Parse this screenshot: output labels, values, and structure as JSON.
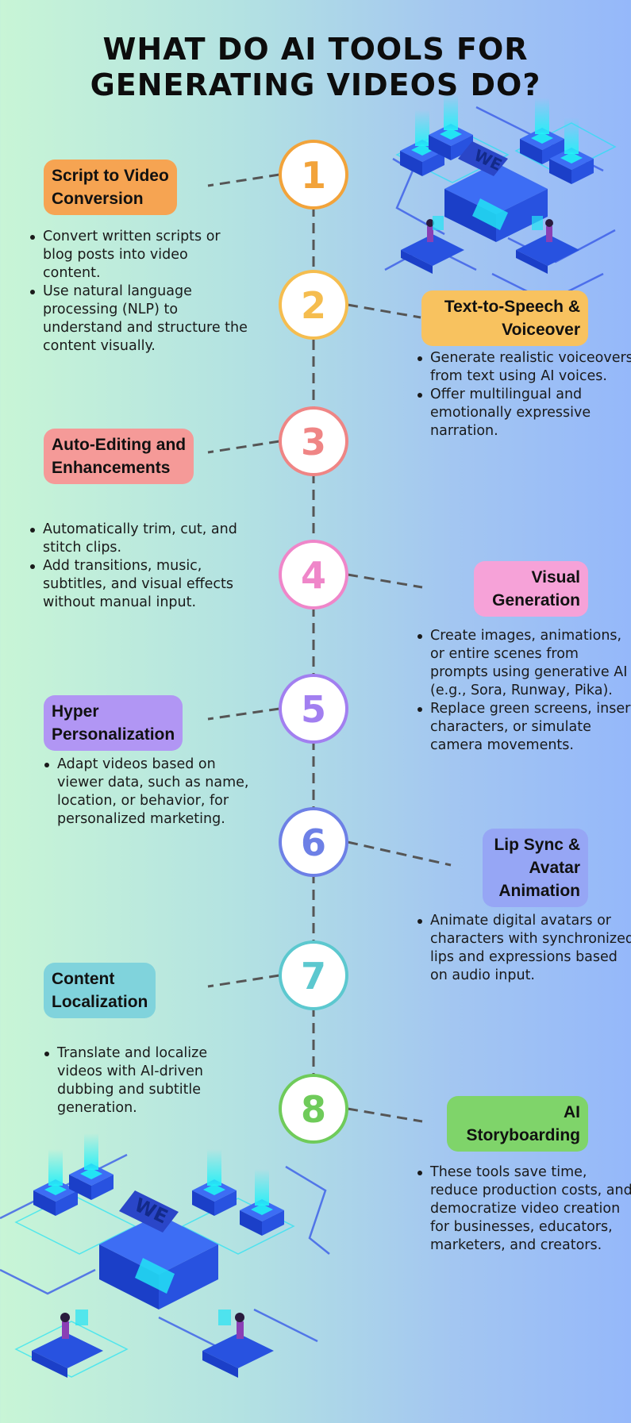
{
  "title": {
    "line1": "WHAT DO AI TOOLS FOR",
    "line2": "GENERATING VIDEOS DO?"
  },
  "logo_text": "WE",
  "steps": [
    {
      "number": "1",
      "color": "#f2a33a",
      "tag_color": "#f6a452",
      "label_lines": [
        "Script to Video",
        "Conversion"
      ],
      "bullets": [
        "Convert written scripts or blog posts into video content.",
        "Use natural language processing (NLP) to understand and structure the content visually."
      ]
    },
    {
      "number": "2",
      "color": "#f5bd4f",
      "tag_color": "#f8c25f",
      "label_lines": [
        "Text-to-Speech &",
        "Voiceover"
      ],
      "bullets": [
        "Generate realistic voiceovers from text using AI voices.",
        "Offer multilingual and emotionally expressive narration."
      ]
    },
    {
      "number": "3",
      "color": "#ef8585",
      "tag_color": "#f59a98",
      "label_lines": [
        "Auto-Editing and",
        "Enhancements"
      ],
      "bullets": [
        "Automatically trim, cut, and stitch clips.",
        "Add transitions, music, subtitles, and visual effects without manual input."
      ]
    },
    {
      "number": "4",
      "color": "#ef86c9",
      "tag_color": "#f6a2d8",
      "label_lines": [
        "Visual",
        "Generation"
      ],
      "bullets": [
        "Create images, animations, or entire scenes from prompts using generative AI (e.g., Sora, Runway, Pika).",
        "Replace green screens, insert characters, or simulate camera movements."
      ]
    },
    {
      "number": "5",
      "color": "#a27ff0",
      "tag_color": "#b196f4",
      "label_lines": [
        "Hyper",
        "Personalization"
      ],
      "bullets": [
        "Adapt videos based on viewer data, such as name, location, or behavior, for personalized marketing."
      ]
    },
    {
      "number": "6",
      "color": "#6d80e6",
      "tag_color": "#96a6f5",
      "label_lines": [
        "Lip Sync &",
        "Avatar",
        "Animation"
      ],
      "bullets": [
        "Animate digital avatars or characters with synchronized lips and expressions based on audio input."
      ]
    },
    {
      "number": "7",
      "color": "#5cc8cf",
      "tag_color": "#80d3dc",
      "label_lines": [
        "Content",
        "Localization"
      ],
      "bullets": [
        "Translate and localize videos with AI-driven dubbing and subtitle generation."
      ]
    },
    {
      "number": "8",
      "color": "#6fcb5a",
      "tag_color": "#7fd46a",
      "label_lines": [
        "AI",
        "Storyboarding"
      ],
      "bullets": [
        "These tools save time, reduce production costs, and democratize video creation for businesses, educators, marketers, and creators."
      ]
    }
  ]
}
